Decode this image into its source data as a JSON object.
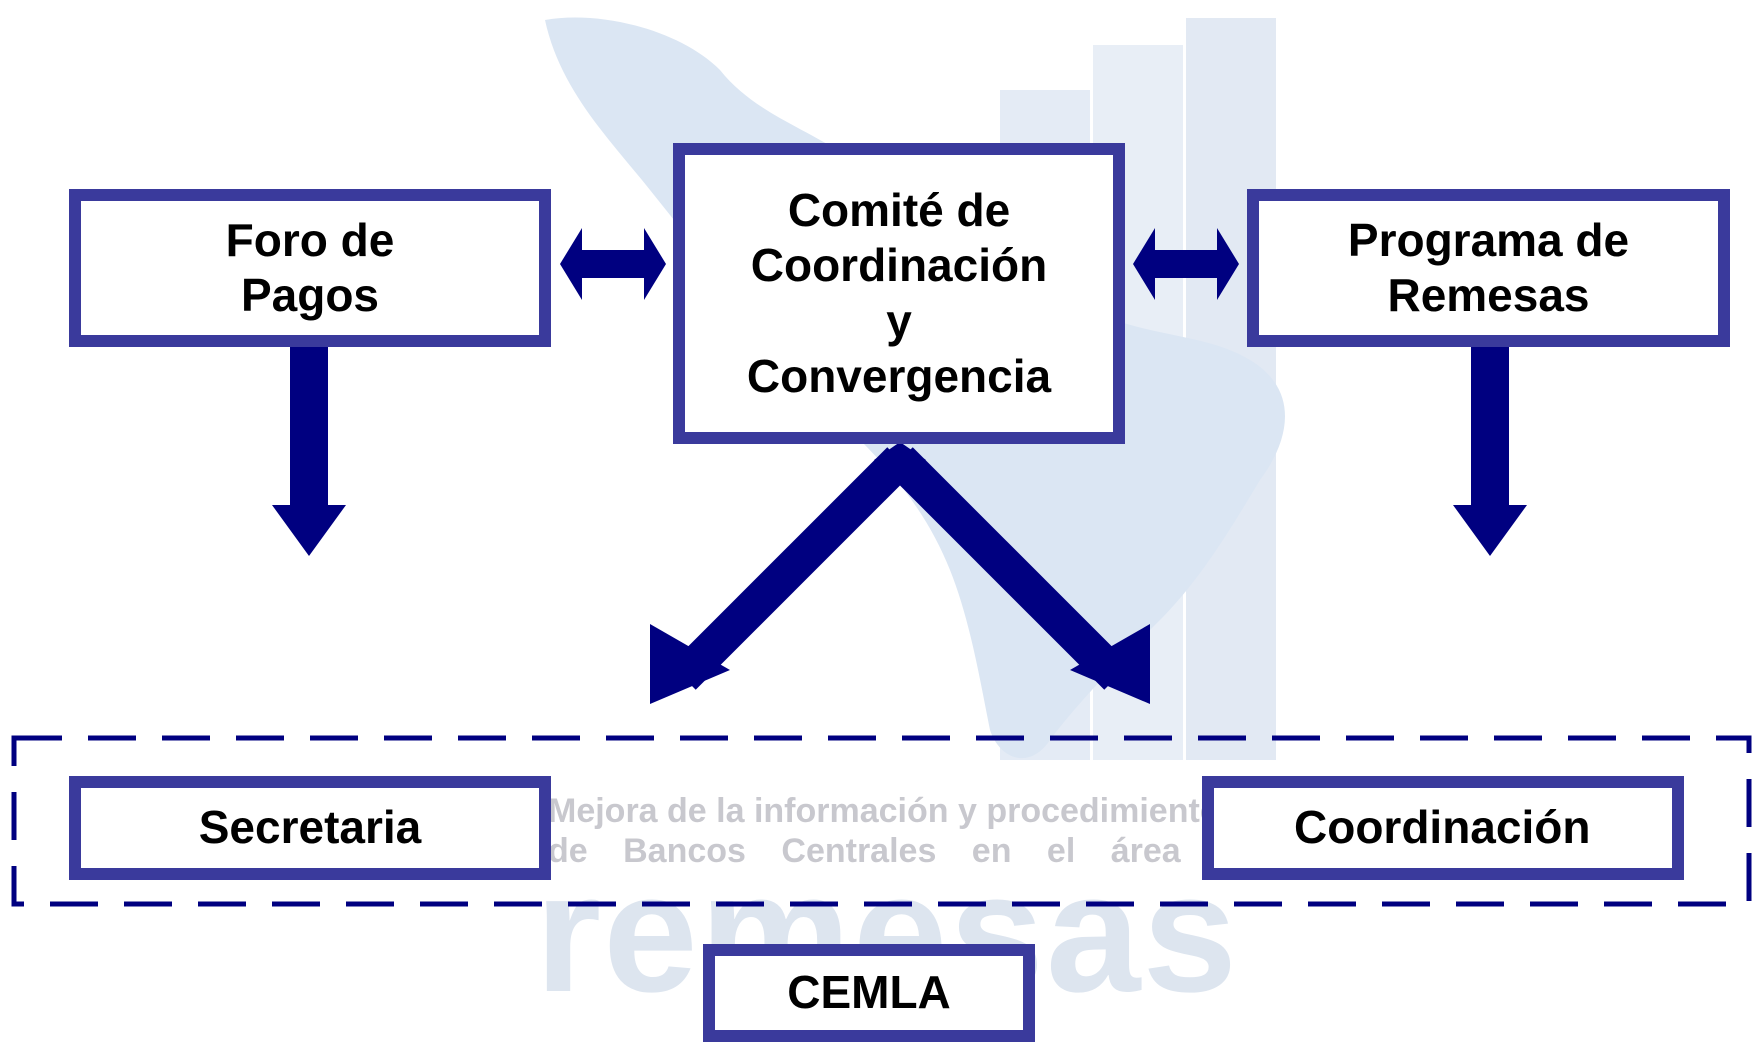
{
  "colors": {
    "box_border": "#3a3a9c",
    "arrow": "#000080",
    "watermark_map": "#dbe6f3",
    "watermark_text": "#c8c8ce"
  },
  "boxes": {
    "foro": [
      "Foro de",
      "Pagos"
    ],
    "comite": [
      "Comité de",
      "Coordinación",
      "y",
      "Convergencia"
    ],
    "programa": [
      "Programa de",
      "Remesas"
    ],
    "secretaria": "Secretaria",
    "coordinacion": "Coordinación",
    "cemla": "CEMLA"
  },
  "watermark": {
    "line1": "Mejora de la información y procedimientos",
    "line2": "de Bancos Centrales en el área de",
    "big_word": "remesas"
  }
}
